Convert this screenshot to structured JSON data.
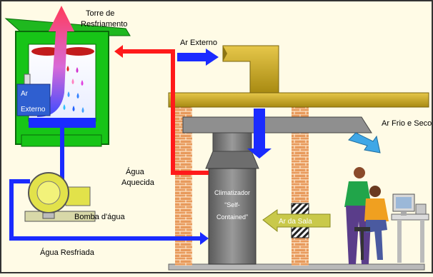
{
  "labels": {
    "torre_line1": "Torre de",
    "torre_line2": "Resfriamento",
    "ar_externo_top": "Ar Externo",
    "ar_box_line1": "Ar",
    "ar_box_line2": "Externo",
    "ar_frio_seco": "Ar Frio e Seco",
    "agua_line1": "Água",
    "agua_line2": "Aquecida",
    "climatizador_line1": "Climatizador",
    "climatizador_line2": "“Self-",
    "climatizador_line3": "Contained”",
    "ar_da_sala": "Ar  da Sala",
    "bomba": "Bomba d'água",
    "agua_resfriada": "Água Resfriada"
  },
  "colors": {
    "tower_green": "#17c417",
    "hot_pipe": "#ff1a1a",
    "cold_pipe": "#1a2bff",
    "duct_gold": "#c8a81e",
    "duct_gray": "#7d7d7d",
    "brick": "#e89a5c",
    "ar_da_sala_arrow": "#c9c94a",
    "ar_frio_arrow": "#3fa7e6"
  }
}
